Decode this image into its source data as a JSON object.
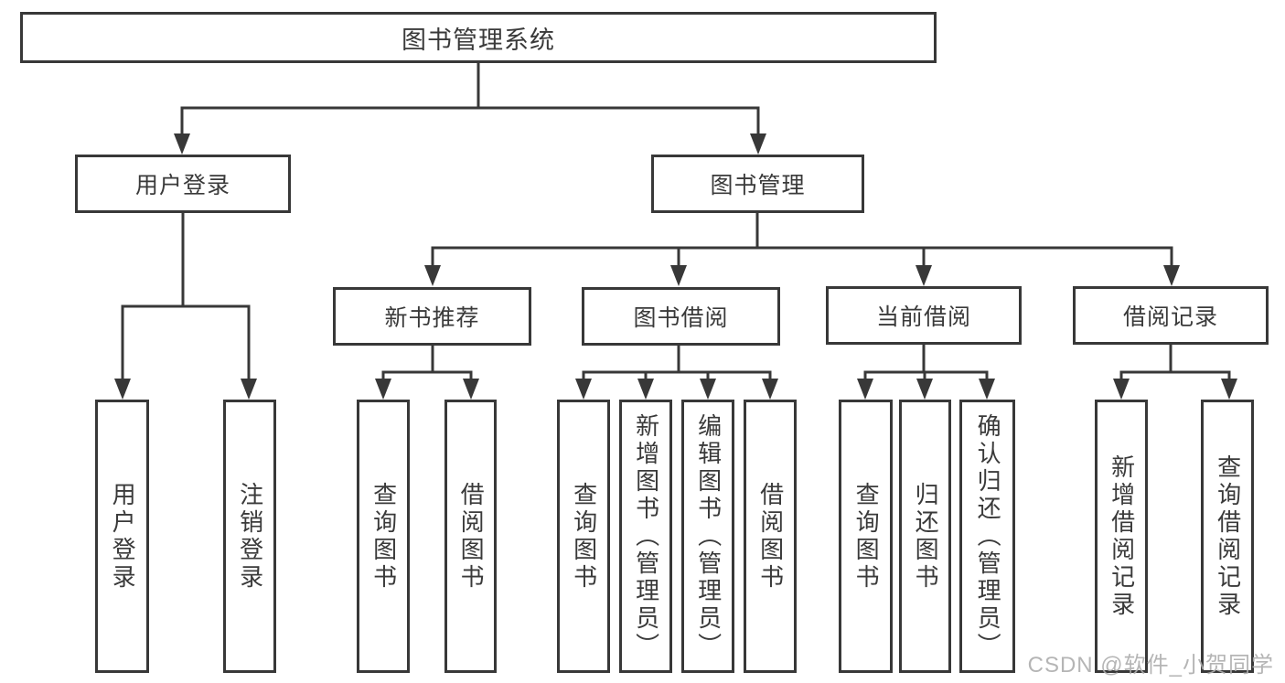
{
  "diagram_type": "hierarchy-tree",
  "colors": {
    "line": "#383838",
    "text": "#3a3a3a",
    "box_background": "#ffffff",
    "page_background": "#ffffff",
    "watermark": "#adadad"
  },
  "tree": {
    "root": "图书管理系统",
    "branches": [
      {
        "label": "用户登录",
        "children": [
          "用户登录",
          "注销登录"
        ]
      },
      {
        "label": "图书管理",
        "groups": [
          {
            "label": "新书推荐",
            "children": [
              "查询图书",
              "借阅图书"
            ]
          },
          {
            "label": "图书借阅",
            "children": [
              "查询图书",
              "新增图书（管理员）",
              "编辑图书（管理员）",
              "借阅图书"
            ]
          },
          {
            "label": "当前借阅",
            "children": [
              "查询图书",
              "归还图书",
              "确认归还（管理员）"
            ]
          },
          {
            "label": "借阅记录",
            "children": [
              "新增借阅记录",
              "查询借阅记录"
            ]
          }
        ]
      }
    ]
  },
  "watermark": "CSDN @软件_小贺同学"
}
